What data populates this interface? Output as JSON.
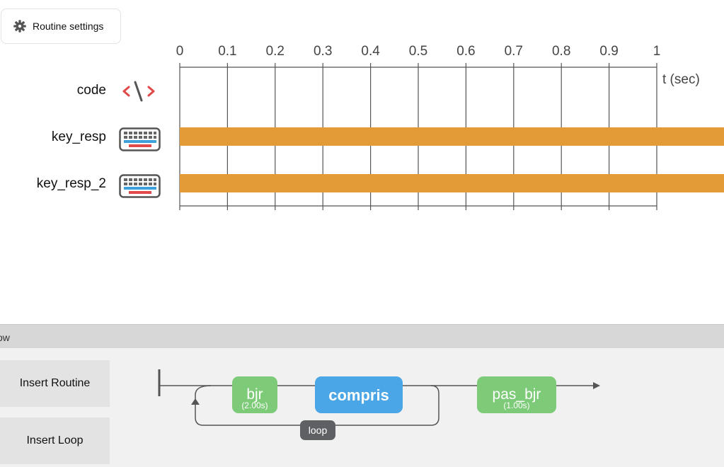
{
  "routine_settings": {
    "label": "Routine settings",
    "icon": "gear-icon"
  },
  "timeline": {
    "ticks": [
      "0",
      "0.1",
      "0.2",
      "0.3",
      "0.4",
      "0.5",
      "0.6",
      "0.7",
      "0.8",
      "0.9",
      "1"
    ],
    "x_min": 0,
    "x_max": 1,
    "axis_label": "t (sec)",
    "bar_color": "#E29B36",
    "components": [
      {
        "name": "code",
        "icon": "code-icon",
        "has_bar": false
      },
      {
        "name": "key_resp",
        "icon": "keyboard-icon",
        "has_bar": true,
        "start": 0,
        "end": "infinite"
      },
      {
        "name": "key_resp_2",
        "icon": "keyboard-icon",
        "has_bar": true,
        "start": 0,
        "end": "infinite"
      }
    ]
  },
  "flow": {
    "title": "ow",
    "insert_routine_label": "Insert Routine",
    "insert_loop_label": "Insert Loop",
    "routines": [
      {
        "name": "bjr",
        "duration": "(2.00s)",
        "color": "#7DCB78"
      },
      {
        "name": "compris",
        "duration": "",
        "color": "#4AA6E6"
      },
      {
        "name": "pas_bjr",
        "duration": "(1.00s)",
        "color": "#7DCB78"
      }
    ],
    "loop": {
      "name": "loop",
      "color": "#5F6064"
    }
  }
}
